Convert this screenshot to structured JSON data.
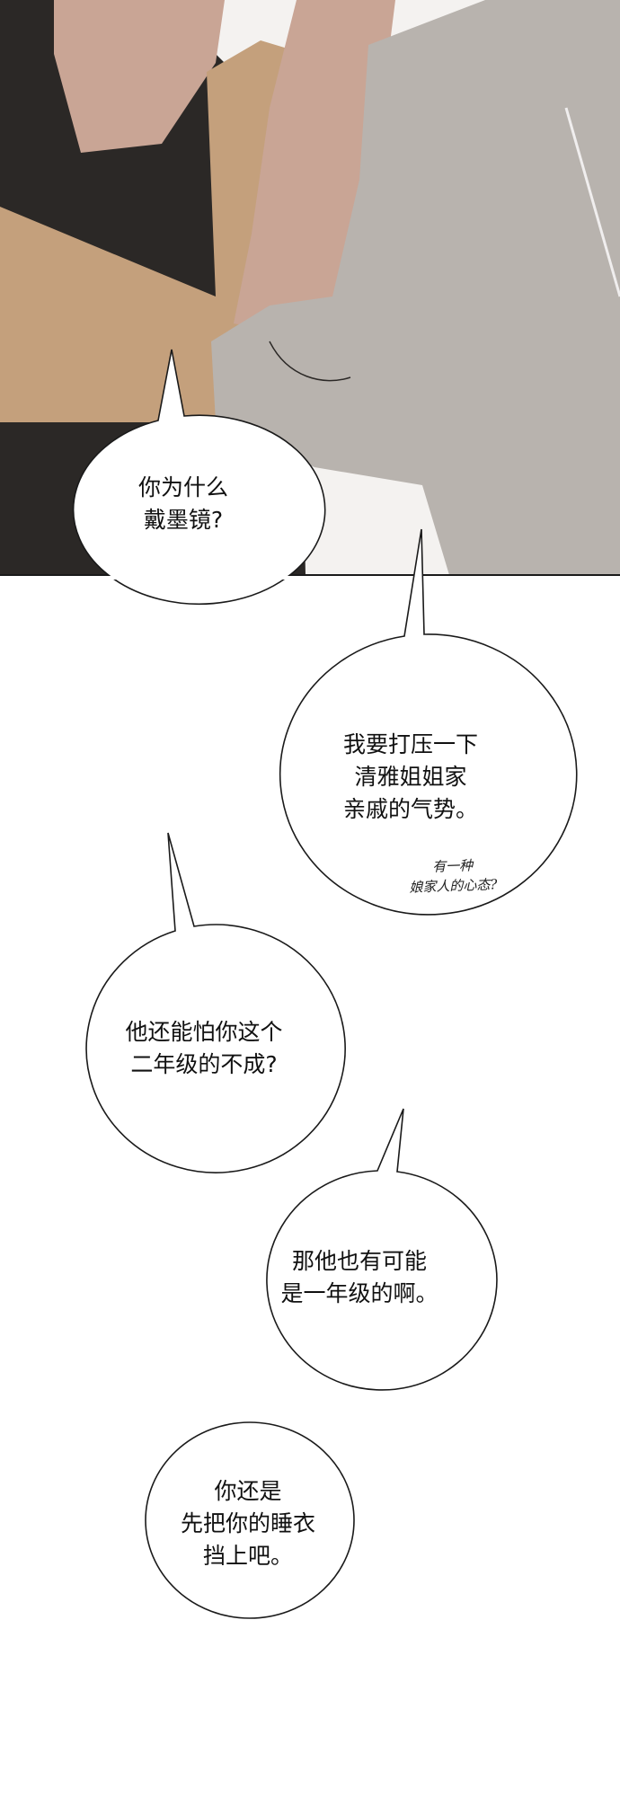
{
  "panel": {
    "colors": {
      "shirt": "#2b2826",
      "skin": "#c9a595",
      "bag": "#c4a07c",
      "hoodie": "#b8b3ae",
      "line": "#1a1a1a"
    }
  },
  "bubbles": [
    {
      "lines": [
        "你为什么",
        "戴墨镜?"
      ]
    },
    {
      "lines": [
        "我要打压一下",
        "清雅姐姐家",
        "亲戚的气势。"
      ]
    },
    {
      "lines": [
        "他还能怕你这个",
        "二年级的不成?"
      ]
    },
    {
      "lines": [
        "那他也有可能",
        "是一年级的啊。"
      ]
    },
    {
      "lines": [
        "你还是",
        "先把你的睡衣",
        "挡上吧。"
      ]
    }
  ],
  "handwritten_note": {
    "lines": [
      "有一种",
      "娘家人的心态?"
    ]
  }
}
